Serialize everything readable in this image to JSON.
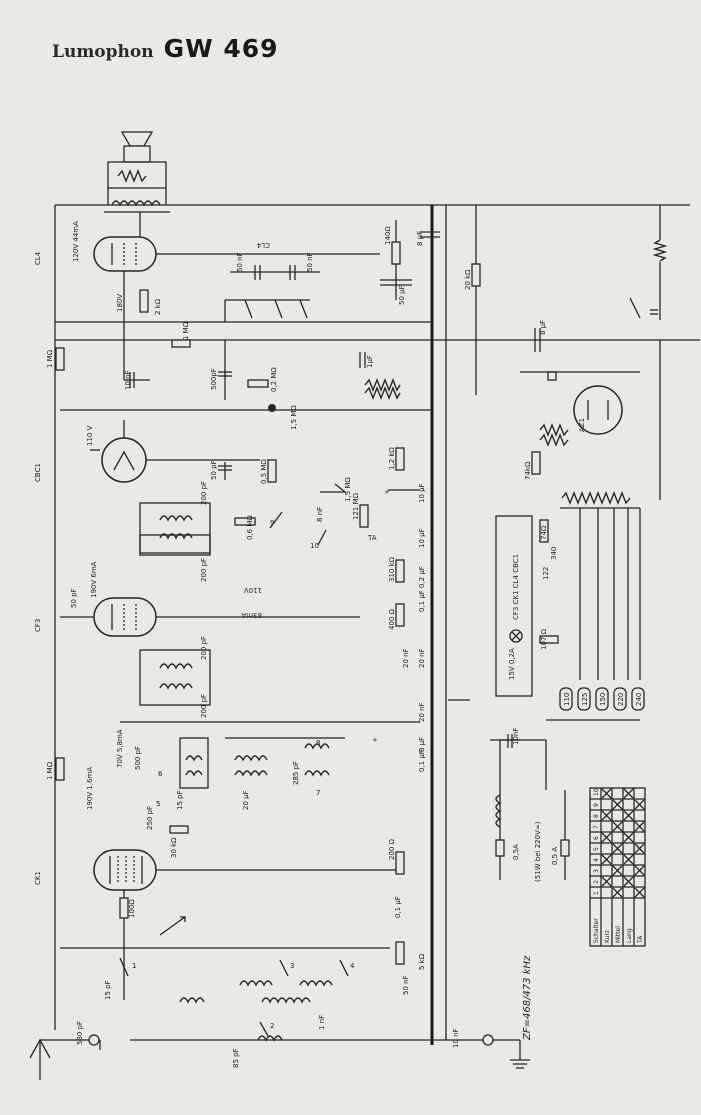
{
  "header": {
    "brand": "Lumophon",
    "model": "GW 469"
  },
  "tubes": {
    "cl4": "CL4",
    "cbc1": "CBC1",
    "cf3": "CF3",
    "ck1": "CK1",
    "az1": "AZ1"
  },
  "labels": {
    "cl4_va": "120V 44mA",
    "cl4_screen": "180V",
    "r_2k": "2 kΩ",
    "c_50nf_a": "50 nF",
    "c_50nf_b": "50 nF",
    "r_140": "140Ω",
    "c_8uf_top": "8 μF",
    "c_50uf": "50 μF",
    "r_20k": "20 kΩ",
    "c_8uf_mid": "8 μF",
    "r_1m_a": "1 MΩ",
    "r_1m_g": "1 MΩ",
    "c_10nf": "10 nF",
    "c_500pf": "500pF",
    "r_02m": "0,2 MΩ",
    "c_1uf": "1μF",
    "r_15m": "1,5 MΩ",
    "cbc1_va": "110 V",
    "c_50pf_cb": "50 pF",
    "r_05m": "0,5 MΩ",
    "r_12k": "1,2 kΩ",
    "c_200pf": "200 pF",
    "r_15m_b": "1,5 MΩ",
    "c_10uf": "10 μF",
    "r_06m": "0,6 MΩ",
    "r_121": "121 MΩ",
    "sw_9": "9",
    "sw_10": "10",
    "sw_8nf": "8 nF",
    "c_10uf_b": "10 μF",
    "c_02uf": "0,2 μF",
    "ta": "TA",
    "r_74k": "74kΩ",
    "r_74": "74Ω",
    "r_340": "340",
    "r_122": "122",
    "r_310": "310 kΩ",
    "cf3_c": "50 pF",
    "cf3_va": "190V 6mA",
    "cf3_ref": "110V",
    "cf3_ma": "83mA",
    "c_200pf_a": "200 pF",
    "c_200pf_b": "200 pF",
    "c_200pf_c": "200 pF",
    "c_01": "0,1 μF",
    "r_400": "400 Ω",
    "c_20nf_a": "20 nF",
    "c_20nf_b": "20 nF",
    "c_20nf_c": "20 nF",
    "series_tubes": "CF3 CK1 CL4 CBC1",
    "lamp": "15V 0,2A",
    "r_107": "107 Ω",
    "taps": [
      "110",
      "125",
      "150",
      "220",
      "240"
    ],
    "c_10nf_b": "10nF",
    "fuse_a": "0,5A",
    "fuse_b": "0,5 A",
    "fuse_note": "(51W bei 220V≈)",
    "ck1_va": "70V 5,8mA",
    "ck1_vg": "190V 1,6mA",
    "c_500pf_b": "500 pF",
    "c_250pf": "250 pF",
    "c_15pf": "15 pF",
    "c_20uf": "20 μF",
    "c_285pf": "285 pF",
    "r_30k": "30 kΩ",
    "r_200": "200 Ω",
    "c_01b": "0,1 μF",
    "c_8uf_b": "8 μF",
    "r_100": "100Ω",
    "c_50nf_c": "50 nF",
    "r_5k": "5 kΩ",
    "c_15pf_b": "15 pF",
    "c_530": "530 pF",
    "c_1nf": "1 nF",
    "c_85pf": "85 pF",
    "c_10nf_c": "10 nF",
    "zf": "ZF=468/473 kHz",
    "sw_nums": [
      "1",
      "2",
      "3",
      "4",
      "5",
      "6",
      "7",
      "8"
    ]
  },
  "switch_table": {
    "header_label": "Schalter",
    "columns": [
      "1",
      "2",
      "3",
      "4",
      "5",
      "6",
      "7",
      "8",
      "9",
      "10"
    ],
    "rows": [
      "Kurz",
      "Mittel",
      "Lang",
      "TA"
    ]
  }
}
